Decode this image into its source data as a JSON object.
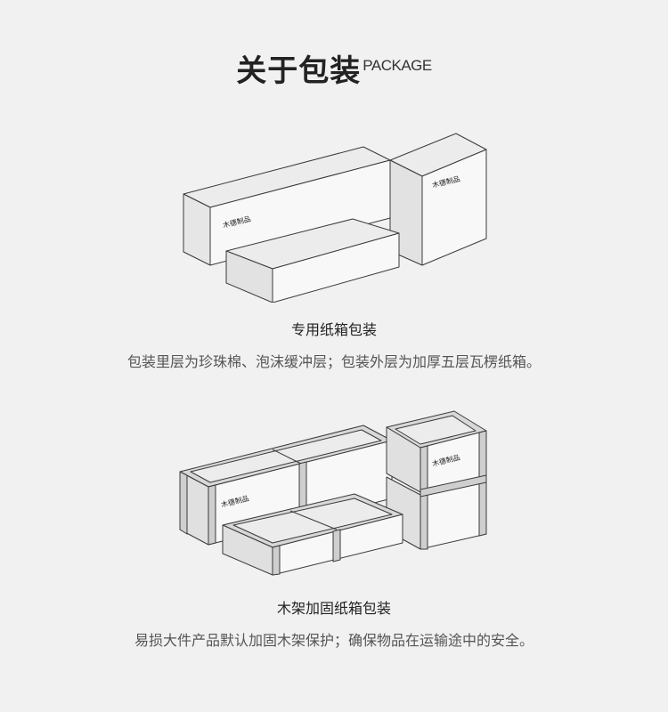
{
  "header": {
    "title_cn": "关于包装",
    "title_en": "PACKAGE"
  },
  "sections": [
    {
      "title": "专用纸箱包装",
      "desc": "包装里层为珍珠棉、泡沫缓冲层；包装外层为加厚五层瓦楞纸箱。"
    },
    {
      "title": "木架加固纸箱包装",
      "desc": "易损大件产品默认加固木架保护；确保物品在运输途中的安全。"
    }
  ],
  "brand_mark": "木德制品",
  "colors": {
    "background": "#f1f1f1",
    "box_face": "#f8f8f8",
    "box_side": "#e2e2e2",
    "box_top": "#ececec",
    "wood": "#cfcfcf",
    "stroke": "#3a3a3a"
  }
}
